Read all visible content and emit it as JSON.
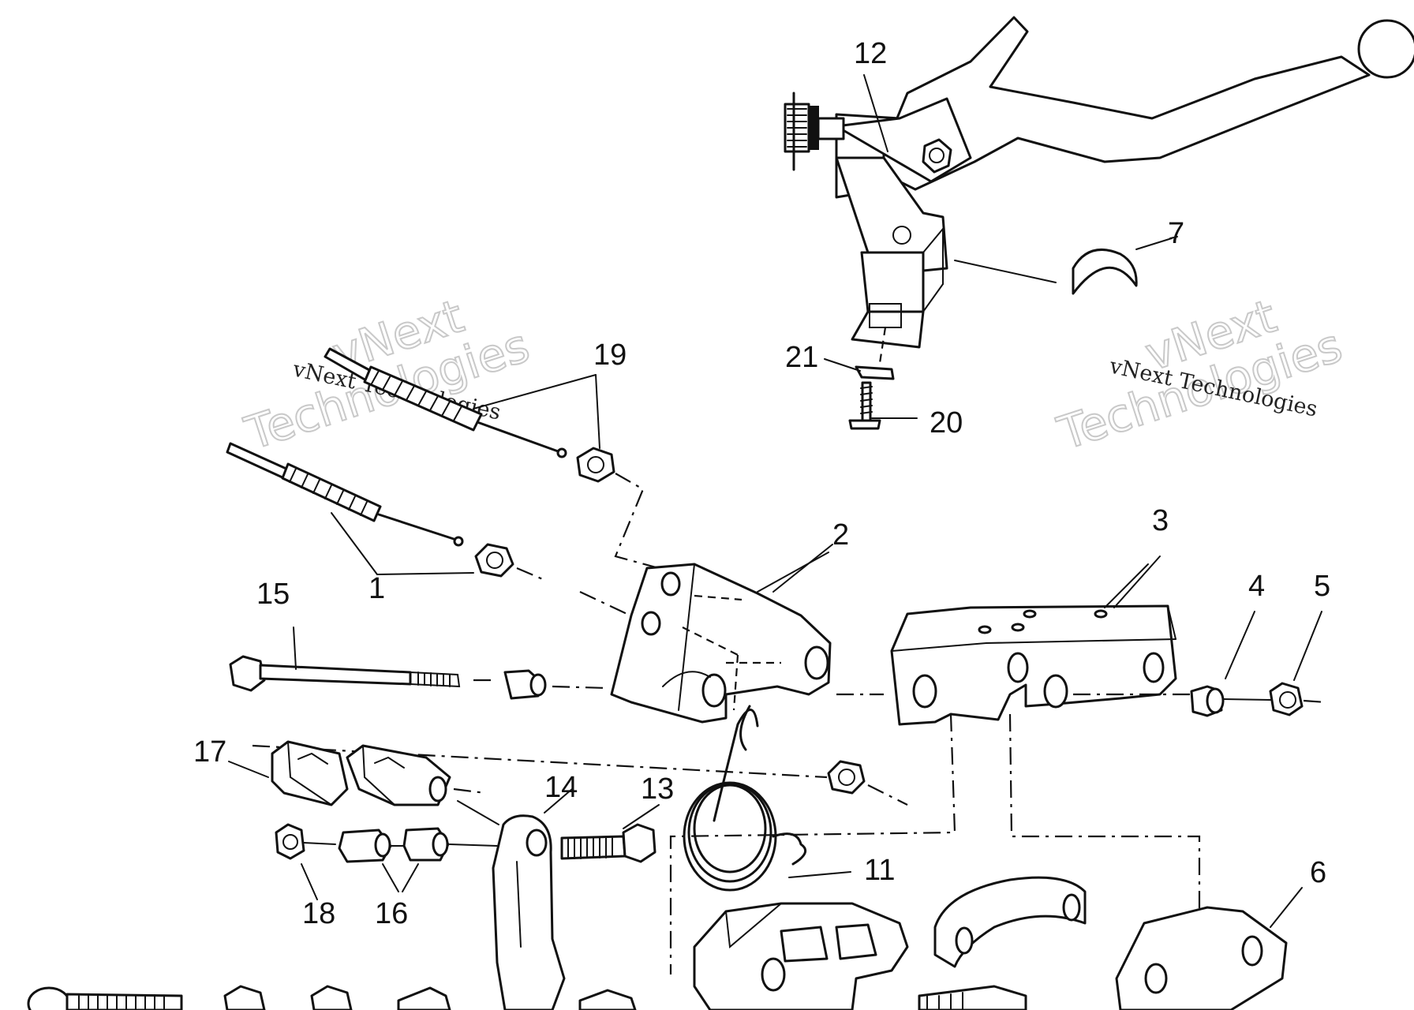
{
  "watermarks": [
    {
      "line1": "vNext",
      "line2": "Technologies",
      "caption": "vNext Technologies"
    },
    {
      "line1": "vNext",
      "line2": "Technologies",
      "caption": "vNext Technologies"
    }
  ],
  "callouts": {
    "c1": "1",
    "c2": "2",
    "c3": "3",
    "c4": "4",
    "c5": "5",
    "c6": "6",
    "c7": "7",
    "c11": "11",
    "c12": "12",
    "c13": "13",
    "c14": "14",
    "c15": "15",
    "c16": "16",
    "c17": "17",
    "c18": "18",
    "c19": "19",
    "c20": "20",
    "c21": "21"
  }
}
